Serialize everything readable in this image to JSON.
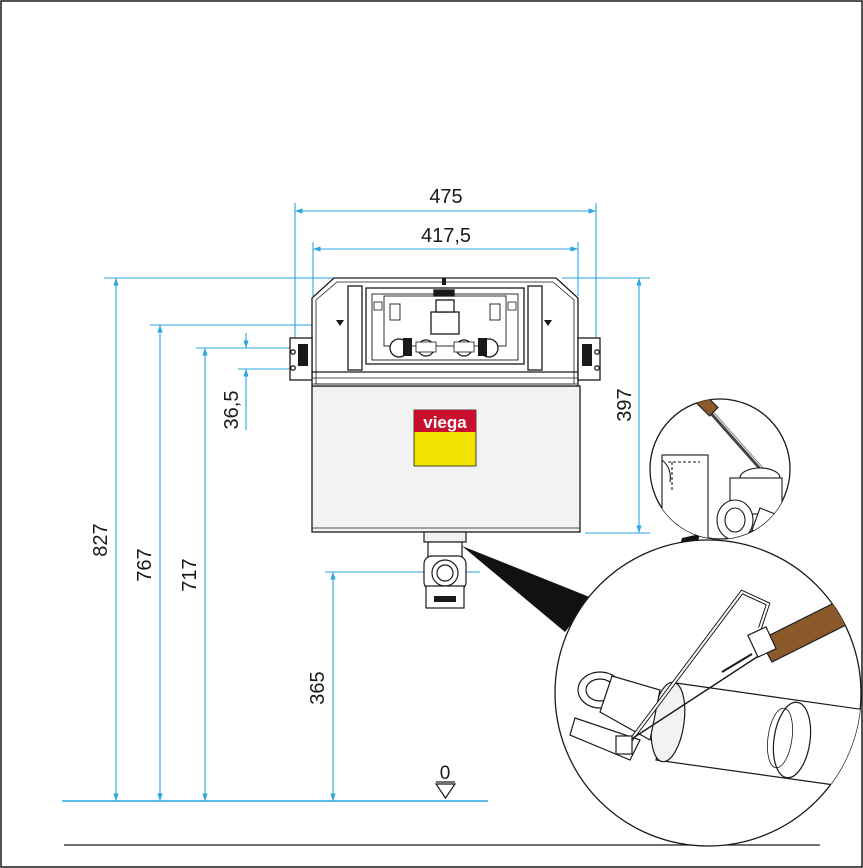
{
  "brand": {
    "logo_text": "viega",
    "logo_bg": "#f3e100",
    "logo_text_bg": "#c8102e"
  },
  "colors": {
    "dimension": "#2aa6e0",
    "line": "#1a1a1a",
    "fill_light": "#f2f2f2"
  },
  "dimensions": {
    "width_outer": "475",
    "width_inner": "417,5",
    "height_total": "827",
    "height_767": "767",
    "height_717": "717",
    "offset_36_5": "36,5",
    "height_397": "397",
    "height_365": "365",
    "floor_level": "0"
  },
  "icons": [
    "floor-level-triangle-icon",
    "saw-icon",
    "pipe-icon"
  ]
}
